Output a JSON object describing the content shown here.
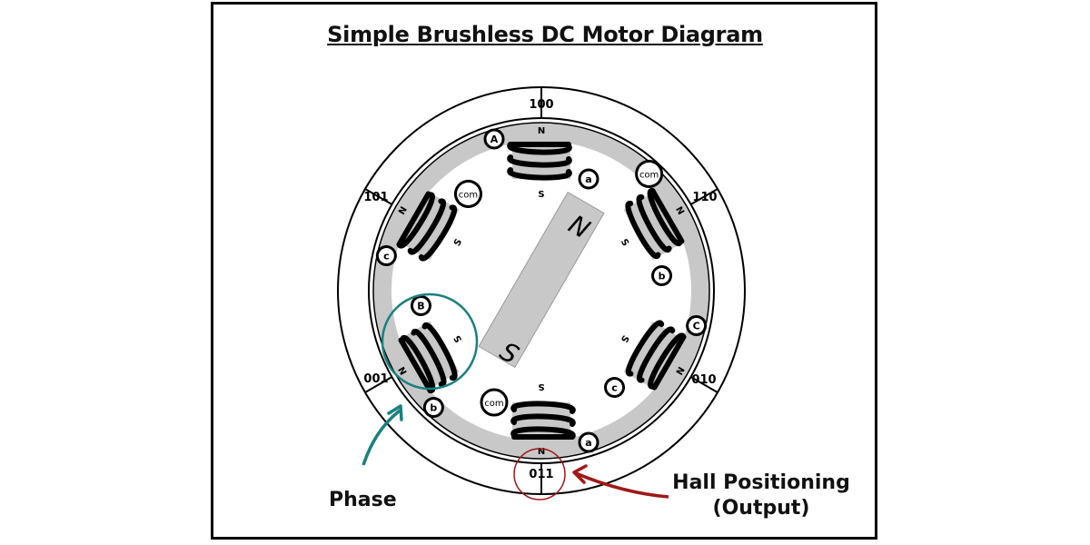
{
  "title": "Simple Brushless DC Motor Diagram",
  "hall_codes": [
    "100",
    "110",
    "010",
    "011",
    "001",
    "101"
  ],
  "rotor": {
    "north": "N",
    "south": "S"
  },
  "coil_pole_labels": {
    "north": "N",
    "south": "S"
  },
  "terminals": {
    "top_coil": [
      "A",
      "a"
    ],
    "upper_right_coil": [
      "com",
      "b"
    ],
    "lower_right_coil": [
      "C",
      "c"
    ],
    "bottom_coil": [
      "a",
      "com"
    ],
    "lower_left_coil": [
      "b",
      "B"
    ],
    "upper_left_coil": [
      "c",
      "com"
    ]
  },
  "annotations": {
    "phase": "Phase",
    "hall_line1": "Hall Positioning",
    "hall_line2": "(Output)"
  },
  "colors": {
    "phase_accent": "#1a8080",
    "hall_accent": "#a01818",
    "iron": "#c8c8c8"
  }
}
